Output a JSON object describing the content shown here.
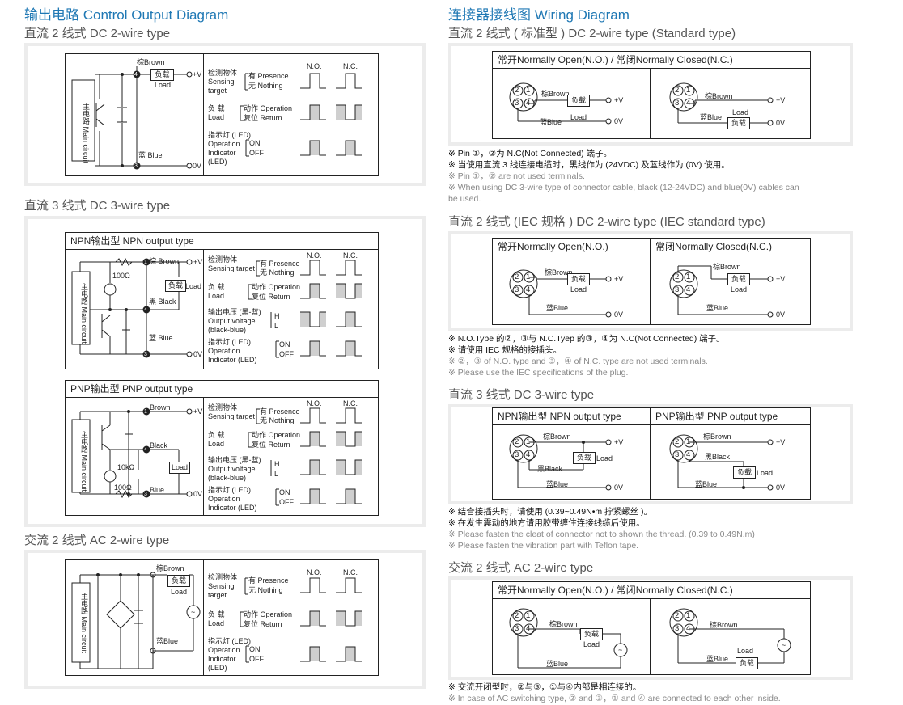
{
  "left": {
    "title": "输出电路 Control Output Diagram",
    "dc2": {
      "sub": "直流 2 线式 DC 2-wire type",
      "brown": "棕Brown",
      "blue": "蓝 Blue",
      "load": "负载",
      "load_en": "Load",
      "plusv": "+V",
      "zerov": "0V",
      "pin4": "4",
      "pin3": "3",
      "main": "主电路",
      "main_en": "Main circuit"
    },
    "dc3": {
      "sub": "直流 3 线式 DC 3-wire type",
      "npn_hdr": "NPN输出型 NPN output type",
      "pnp_hdr": "PNP输出型 PNP output type",
      "brown": "棕 Brown",
      "black": "黑 Black",
      "blue": "蓝 Blue",
      "brown2": "Brown",
      "black2": "Black",
      "blue2": "Blue",
      "load": "负载",
      "load_en": "Load",
      "r100": "100Ω",
      "r10k": "10kΩ",
      "plusv": "+V",
      "zerov": "0V",
      "pin1": "1",
      "pin4": "4",
      "pin3": "3"
    },
    "ac2": {
      "sub": "交流 2 线式 AC 2-wire type",
      "brown": "棕Brown",
      "blue": "蓝Blue",
      "load": "负载",
      "load_en": "Load",
      "tilde": "~"
    },
    "timing": {
      "no": "N.O.",
      "nc": "N.C.",
      "target_cn": "检测物体",
      "target_en1": "Sensing",
      "target_en2": "target",
      "target_en_one": "Sensing target",
      "presence": "有 Presence",
      "nothing": "无 Nothing",
      "load_cn": "负 载",
      "load_en": "Load",
      "operation": "动作 Operation",
      "return": "复位 Return",
      "ind_cn": "指示灯 (LED)",
      "ind_en1": "Operation",
      "ind_en2": "Indicator",
      "ind_en3": "(LED)",
      "ind_en_one": "Indicator (LED)",
      "on": "ON",
      "off": "OFF",
      "out_cn": "输出电压 (黑-蓝)",
      "out_en1": "Output voltage",
      "out_en2": "(black-blue)",
      "h": "H",
      "l": "L"
    }
  },
  "right": {
    "title": "连接器接线图 Wiring Diagram",
    "std": {
      "sub": "直流 2 线式 ( 标准型 ) DC 2-wire type (Standard type)",
      "hdr": "常开Normally Open(N.O.) / 常闭Normally Closed(N.C.)",
      "notes": [
        "※ Pin ①，②为 N.C(Not Connected) 端子。",
        "※ 当使用直流 3 线连接电缆时，黑线作为 (24VDC) 及蓝线作为 (0V) 使用。",
        "※ Pin ①，② are not used terminals.",
        "※ When using DC 3-wire type of connector cable, black (12-24VDC) and blue(0V) cables can",
        "be used."
      ]
    },
    "iec": {
      "sub": "直流 2 线式 (IEC 规格 ) DC 2-wire type (IEC standard type)",
      "hdr_no": "常开Normally Open(N.O.)",
      "hdr_nc": "常闭Normally Closed(N.C.)",
      "notes": [
        "※ N.O.Type 的②，③与 N.C.Tyep 的③，④为 N.C(Not Connected) 端子。",
        "※ 请使用 IEC 规格的接插头。",
        "※ ②，③ of N.O. type and ③，④ of N.C. type are not used terminals.",
        "※ Please use the IEC specifications of the plug."
      ]
    },
    "dc3": {
      "sub": "直流 3 线式 DC 3-wire type",
      "hdr_npn": "NPN输出型 NPN output type",
      "hdr_pnp": "PNP输出型 PNP output type",
      "notes": [
        "※ 结合接插头时，请使用 (0.39~0.49N•m 拧紧螺丝 )。",
        "※ 在发生震动的地方请用胶带缠住连接线缆后使用。",
        "※ Please fasten the cleat of connector not to shown the thread. (0.39 to 0.49N.m)",
        "※ Please fasten the vibration part with Teflon tape."
      ]
    },
    "ac2": {
      "sub": "交流 2 线式 AC 2-wire type",
      "hdr": "常开Normally Open(N.O.) / 常闭Normally Closed(N.C.)",
      "notes": [
        "※ 交流开闭型时，②与③，①与④内部是相连接的。",
        "※ In case of AC switching type, ② and ③，① and ④ are connected to each other inside."
      ]
    },
    "wire": {
      "brown": "棕Brown",
      "blue": "蓝Blue",
      "black": "黑Black",
      "load": "负载",
      "load_en": "Load",
      "plusv": "+V",
      "zerov": "0V",
      "p1": "1",
      "p2": "2",
      "p3": "3",
      "p4": "4",
      "tilde": "~"
    }
  }
}
